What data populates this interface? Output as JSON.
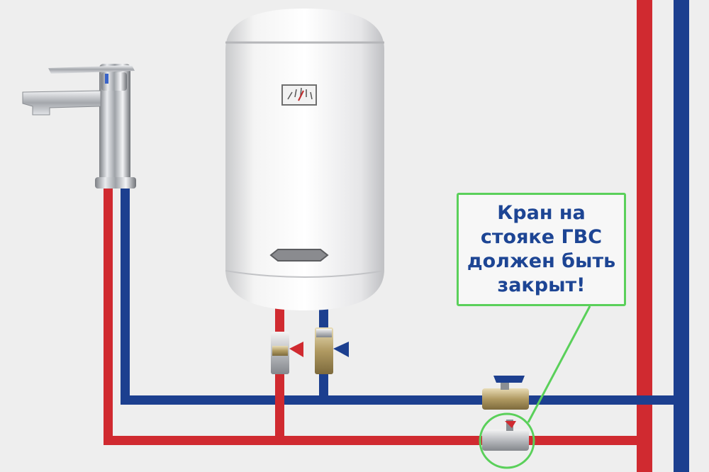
{
  "callout": {
    "lines": [
      "Кран на",
      "стояке ГВС",
      "должен быть",
      "закрыт!"
    ]
  },
  "colors": {
    "hot_pipe": "#d02a30",
    "cold_pipe": "#1c3f8f",
    "highlight": "#5ad05a",
    "callout_text": "#1d4594",
    "background": "#eeeeee"
  },
  "icons": {
    "faucet": "mixer-tap-icon",
    "heater": "water-heater-icon",
    "gauge": "thermometer-gauge-icon",
    "valve": "ball-valve-icon"
  }
}
